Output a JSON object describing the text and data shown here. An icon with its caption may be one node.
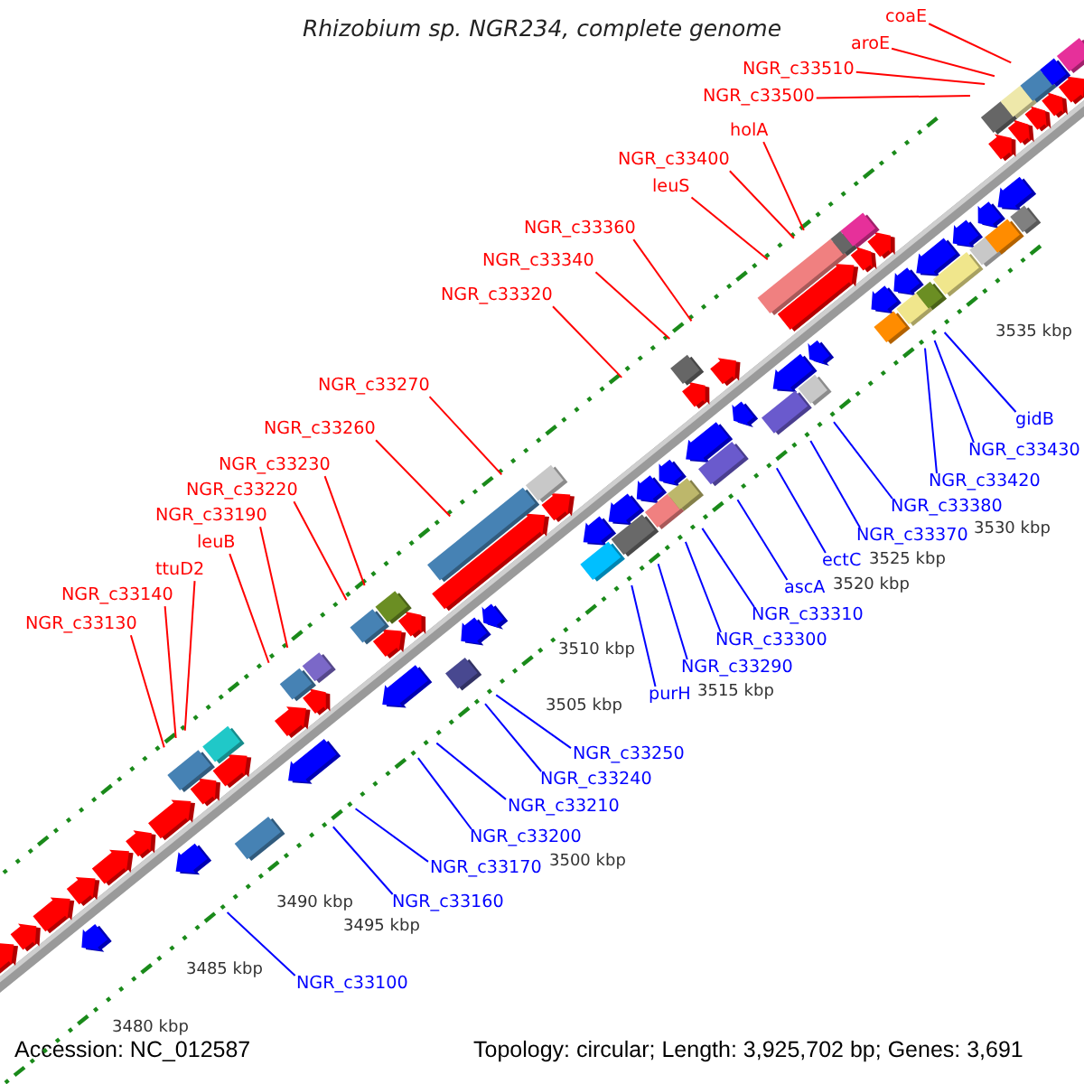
{
  "diagram": {
    "title": "Rhizobium sp. NGR234, complete genome",
    "nodes": [
      {
        "text": [
          "coaE"
        ]
      },
      {
        "text": [
          "aroE"
        ]
      },
      {
        "text": [
          "NGR_c33510"
        ]
      },
      {
        "text": [
          "NGR_c33500"
        ]
      },
      {
        "text": [
          "holA"
        ]
      },
      {
        "text": [
          "NGR_c33400"
        ]
      },
      {
        "text": [
          "leuS"
        ]
      },
      {
        "text": [
          "NGR_c33360"
        ]
      },
      {
        "text": [
          "NGR_c33340"
        ]
      },
      {
        "text": [
          "NGR_c33320"
        ]
      },
      {
        "text": [
          "NGR_c33270"
        ]
      },
      {
        "text": [
          "NGR_c33260"
        ]
      },
      {
        "text": [
          "NGR_c33230"
        ]
      },
      {
        "text": [
          "NGR_c33220"
        ]
      },
      {
        "text": [
          "NGR_c33190"
        ]
      },
      {
        "text": [
          "leuB"
        ]
      },
      {
        "text": [
          "ttuD2"
        ]
      },
      {
        "text": [
          "NGR_c33140"
        ]
      },
      {
        "text": [
          "NGR_c33130"
        ]
      },
      {
        "text": [
          "gidB"
        ]
      },
      {
        "text": [
          "NGR_c33430"
        ]
      },
      {
        "text": [
          "NGR_c33420"
        ]
      },
      {
        "text": [
          "NGR_c33380"
        ]
      },
      {
        "text": [
          "NGR_c33370"
        ]
      },
      {
        "text": [
          "ectC"
        ]
      },
      {
        "text": [
          "ascA"
        ]
      },
      {
        "text": [
          "NGR_c33310"
        ]
      },
      {
        "text": [
          "NGR_c33300"
        ]
      },
      {
        "text": [
          "NGR_c33290"
        ]
      },
      {
        "text": [
          "purH"
        ]
      },
      {
        "text": [
          "NGR_c33250"
        ]
      },
      {
        "text": [
          "NGR_c33240"
        ]
      },
      {
        "text": [
          "NGR_c33210"
        ]
      },
      {
        "text": [
          "NGR_c33200"
        ]
      },
      {
        "text": [
          "NGR_c33170"
        ]
      },
      {
        "text": [
          "NGR_c33160"
        ]
      },
      {
        "text": [
          "NGR_c33100"
        ]
      }
    ],
    "edges": [
      {
        "from": 0,
        "to": null,
        "arrow": "none"
      },
      {
        "from": 1,
        "to": null,
        "arrow": "none"
      },
      {
        "from": 2,
        "to": null,
        "arrow": "none"
      },
      {
        "from": 3,
        "to": null,
        "arrow": "none"
      },
      {
        "from": 4,
        "to": null,
        "arrow": "none"
      },
      {
        "from": 5,
        "to": null,
        "arrow": "none"
      },
      {
        "from": 6,
        "to": null,
        "arrow": "none"
      },
      {
        "from": 7,
        "to": null,
        "arrow": "none"
      },
      {
        "from": 8,
        "to": null,
        "arrow": "none"
      },
      {
        "from": 9,
        "to": null,
        "arrow": "none"
      },
      {
        "from": 10,
        "to": null,
        "arrow": "none"
      },
      {
        "from": 11,
        "to": null,
        "arrow": "none"
      },
      {
        "from": 12,
        "to": null,
        "arrow": "none"
      },
      {
        "from": 13,
        "to": null,
        "arrow": "none"
      },
      {
        "from": 14,
        "to": null,
        "arrow": "none"
      },
      {
        "from": 15,
        "to": null,
        "arrow": "none"
      },
      {
        "from": 16,
        "to": null,
        "arrow": "none"
      },
      {
        "from": 17,
        "to": null,
        "arrow": "none"
      },
      {
        "from": 18,
        "to": null,
        "arrow": "none"
      },
      {
        "from": 19,
        "to": null,
        "arrow": "none",
        "color": "#0000ff"
      },
      {
        "from": 20,
        "to": null,
        "arrow": "none",
        "color": "#0000ff"
      },
      {
        "from": 21,
        "to": null,
        "arrow": "none",
        "color": "#0000ff"
      },
      {
        "from": 22,
        "to": null,
        "arrow": "none",
        "color": "#0000ff"
      },
      {
        "from": 23,
        "to": null,
        "arrow": "none",
        "color": "#0000ff"
      },
      {
        "from": 24,
        "to": null,
        "arrow": "none",
        "color": "#0000ff"
      },
      {
        "from": 25,
        "to": null,
        "arrow": "none",
        "color": "#0000ff"
      },
      {
        "from": 26,
        "to": null,
        "arrow": "none",
        "color": "#0000ff"
      },
      {
        "from": 27,
        "to": null,
        "arrow": "none",
        "color": "#0000ff"
      },
      {
        "from": 28,
        "to": null,
        "arrow": "none",
        "color": "#0000ff"
      },
      {
        "from": 29,
        "to": null,
        "arrow": "none",
        "color": "#0000ff"
      },
      {
        "from": 30,
        "to": null,
        "arrow": "none",
        "color": "#0000ff"
      },
      {
        "from": 31,
        "to": null,
        "arrow": "none",
        "color": "#0000ff"
      },
      {
        "from": 32,
        "to": null,
        "arrow": "none",
        "color": "#0000ff"
      },
      {
        "from": 33,
        "to": null,
        "arrow": "none",
        "color": "#0000ff"
      },
      {
        "from": 34,
        "to": null,
        "arrow": "none",
        "color": "#0000ff"
      },
      {
        "from": 35,
        "to": null,
        "arrow": "none",
        "color": "#0000ff"
      },
      {
        "from": 36,
        "to": null,
        "arrow": "none",
        "color": "#0000ff"
      }
    ],
    "labels": [
      "3480 kbp",
      "3485 kbp",
      "3490 kbp",
      "3495 kbp",
      "3500 kbp",
      "3505 kbp",
      "3510 kbp",
      "3515 kbp",
      "3520 kbp",
      "3525 kbp",
      "3530 kbp",
      "3535 kbp",
      "Accession: NC_012587",
      "Topology: circular; Length: 3,925,702 bp; Genes: 3,691"
    ]
  }
}
